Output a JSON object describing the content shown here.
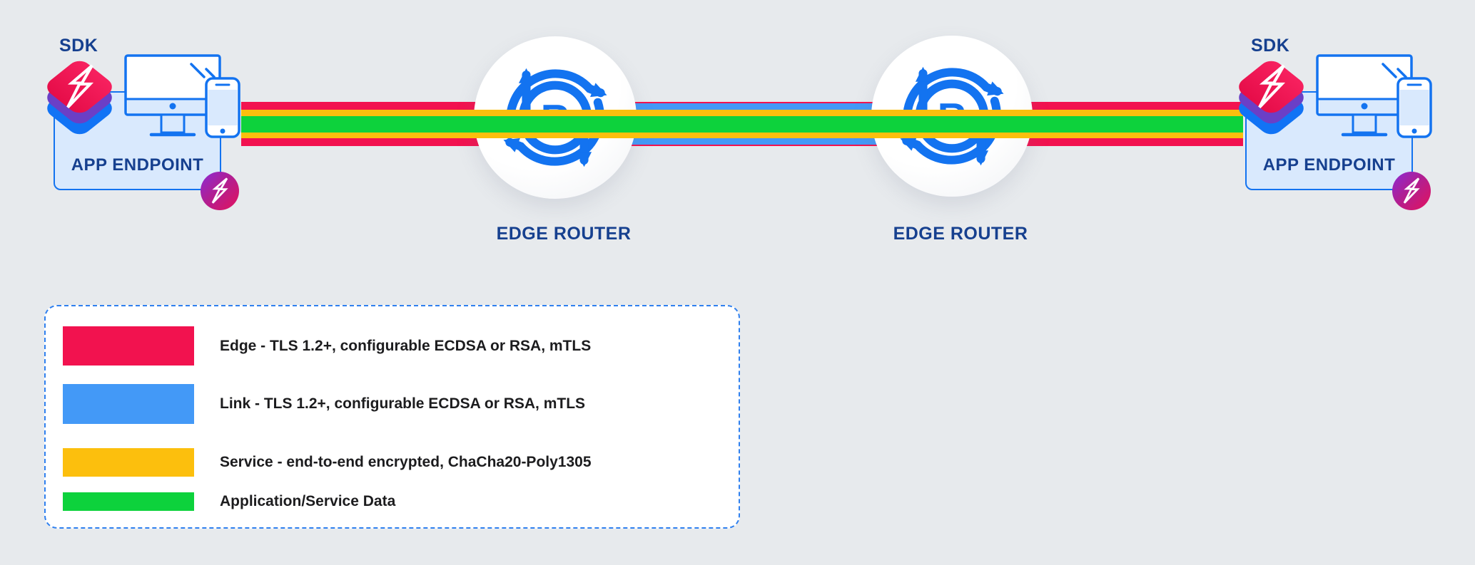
{
  "colors": {
    "background": "#E7EAED",
    "edge_red": "#F2124F",
    "link_blue": "#4399F7",
    "service_yellow": "#FCBF0D",
    "data_green": "#0DD23C",
    "icon_blue": "#1373F0",
    "navy_text": "#16408F",
    "endpoint_box_fill": "#D9E9FD",
    "legend_border": "#2F80EF"
  },
  "endpoints": {
    "left": {
      "sdk_label": "SDK",
      "box_label": "APP ENDPOINT"
    },
    "right": {
      "sdk_label": "SDK",
      "box_label": "APP ENDPOINT"
    }
  },
  "routers": {
    "left": {
      "label": "EDGE ROUTER",
      "glyph_letter": "R"
    },
    "right": {
      "label": "EDGE ROUTER",
      "glyph_letter": "R"
    }
  },
  "legend": {
    "items": [
      {
        "name": "edge",
        "color": "#F2124F",
        "label": "Edge - TLS 1.2+, configurable ECDSA or RSA, mTLS"
      },
      {
        "name": "link",
        "color": "#4399F7",
        "label": "Link - TLS 1.2+, configurable ECDSA or RSA, mTLS"
      },
      {
        "name": "service",
        "color": "#FCBF0D",
        "label": "Service - end-to-end encrypted, ChaCha20-Poly1305"
      },
      {
        "name": "data",
        "color": "#0DD23C",
        "label": "Application/Service Data"
      }
    ]
  }
}
